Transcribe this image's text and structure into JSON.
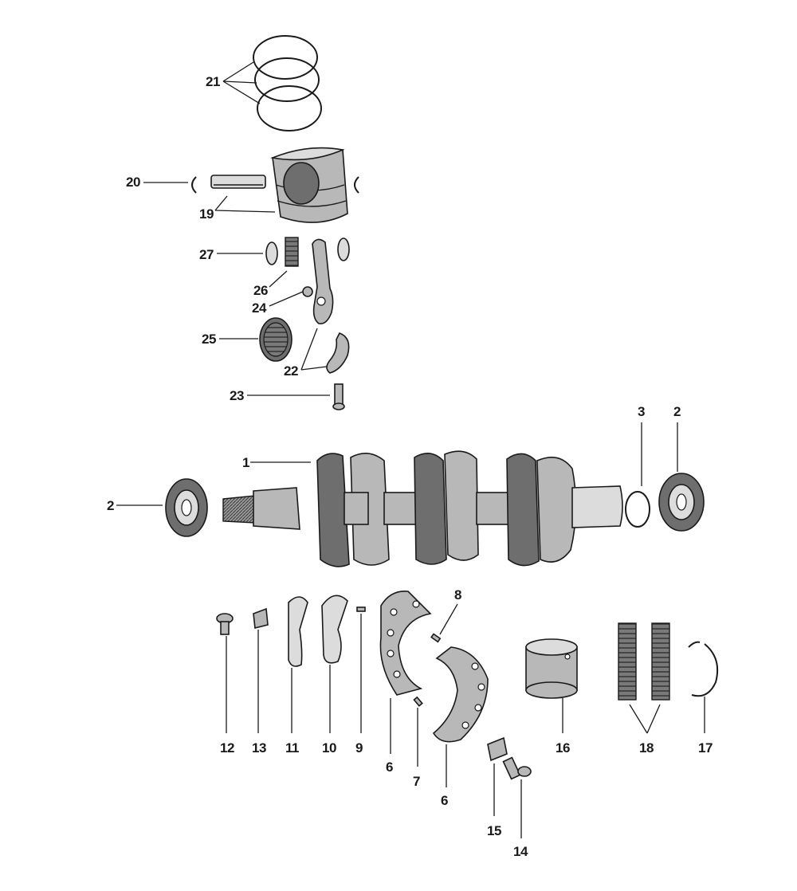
{
  "callouts": {
    "c1": "1",
    "c2a": "2",
    "c2b": "2",
    "c3": "3",
    "c6a": "6",
    "c6b": "6",
    "c7": "7",
    "c8": "8",
    "c9": "9",
    "c10": "10",
    "c11": "11",
    "c12": "12",
    "c13": "13",
    "c14": "14",
    "c15": "15",
    "c16": "16",
    "c17": "17",
    "c18": "18",
    "c19": "19",
    "c20": "20",
    "c21": "21",
    "c22": "22",
    "c23": "23",
    "c24": "24",
    "c25": "25",
    "c26": "26",
    "c27": "27"
  }
}
